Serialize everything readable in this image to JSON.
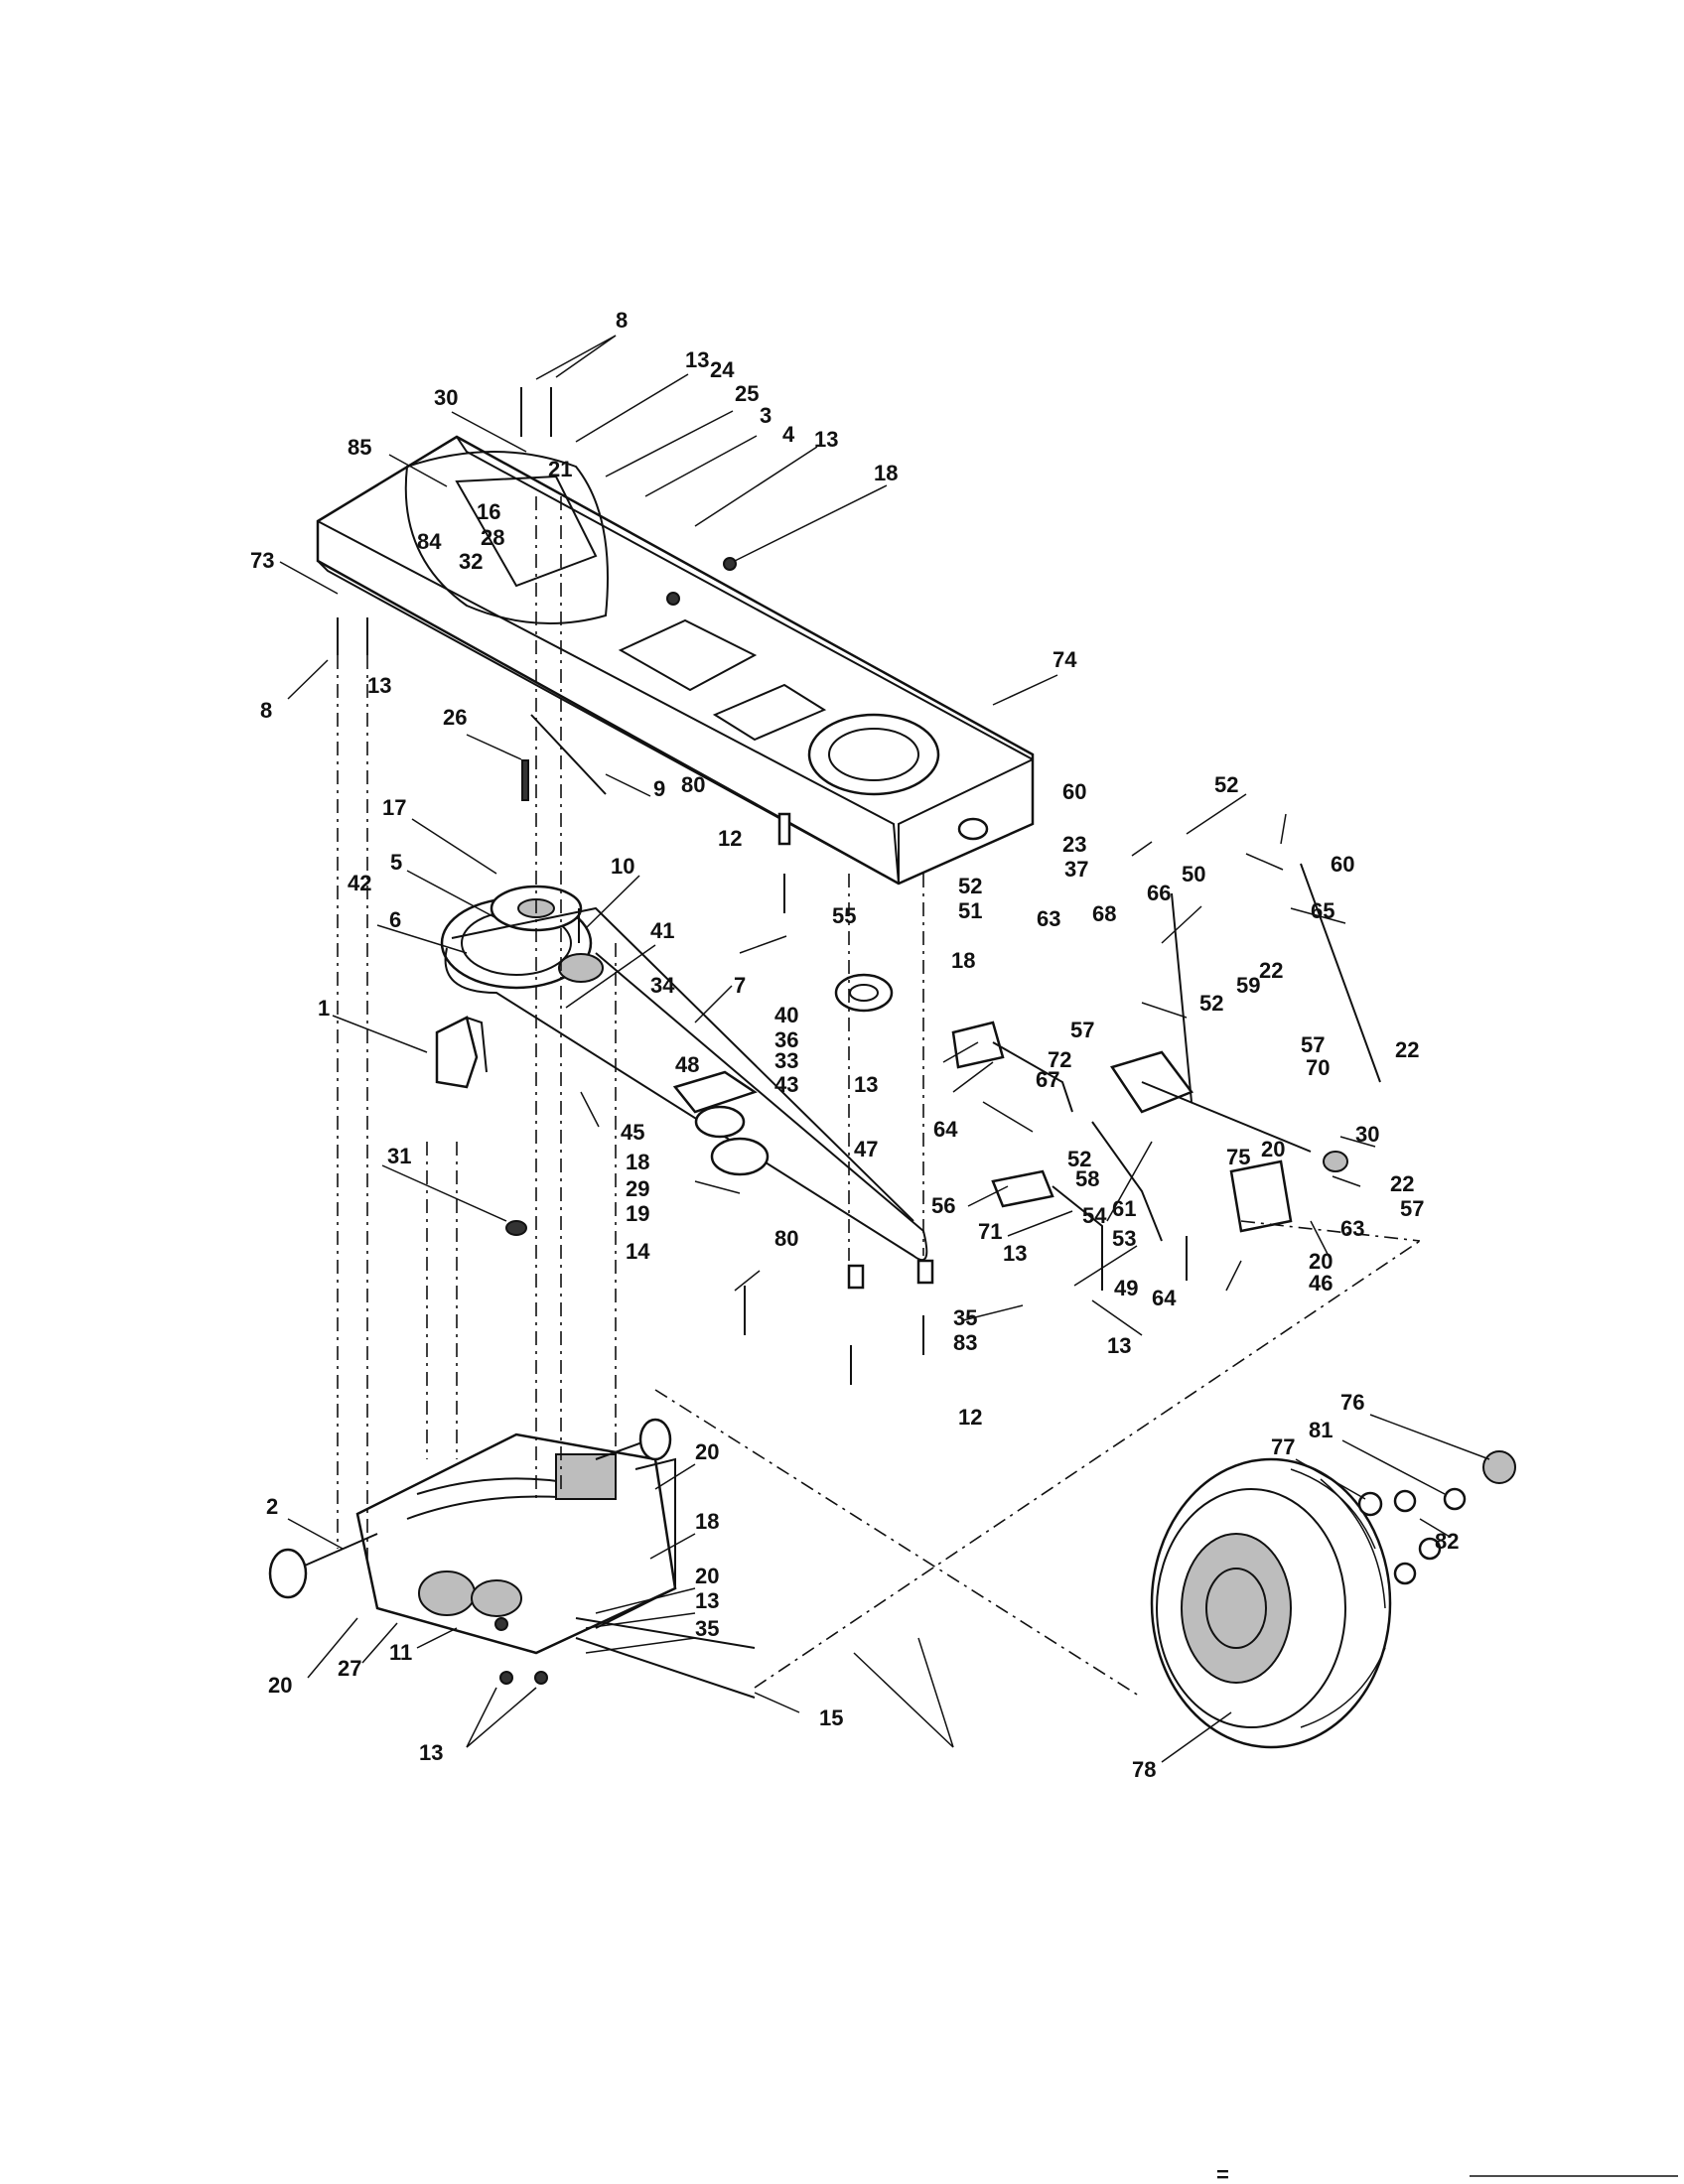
{
  "callouts": [
    "8",
    "13",
    "24",
    "30",
    "25",
    "3",
    "4",
    "13",
    "85",
    "21",
    "16",
    "84",
    "28",
    "32",
    "18",
    "73",
    "13",
    "8",
    "74",
    "26",
    "9",
    "80",
    "17",
    "10",
    "12",
    "5",
    "42",
    "6",
    "41",
    "55",
    "34",
    "7",
    "40",
    "36",
    "33",
    "43",
    "1",
    "45",
    "31",
    "18",
    "29",
    "19",
    "14",
    "80",
    "60",
    "52",
    "60",
    "23",
    "37",
    "66",
    "50",
    "65",
    "52",
    "51",
    "68",
    "63",
    "59",
    "22",
    "18",
    "52",
    "57",
    "57",
    "72",
    "70",
    "48",
    "22",
    "13",
    "67",
    "64",
    "47",
    "30",
    "20",
    "52",
    "58",
    "75",
    "22",
    "56",
    "71",
    "61",
    "54",
    "53",
    "57",
    "63",
    "13",
    "20",
    "46",
    "49",
    "64",
    "35",
    "83",
    "13",
    "12",
    "20",
    "76",
    "81",
    "77",
    "82",
    "2",
    "18",
    "20",
    "13",
    "35",
    "20",
    "27",
    "11",
    "15",
    "13",
    "78"
  ],
  "corner_mark": "="
}
